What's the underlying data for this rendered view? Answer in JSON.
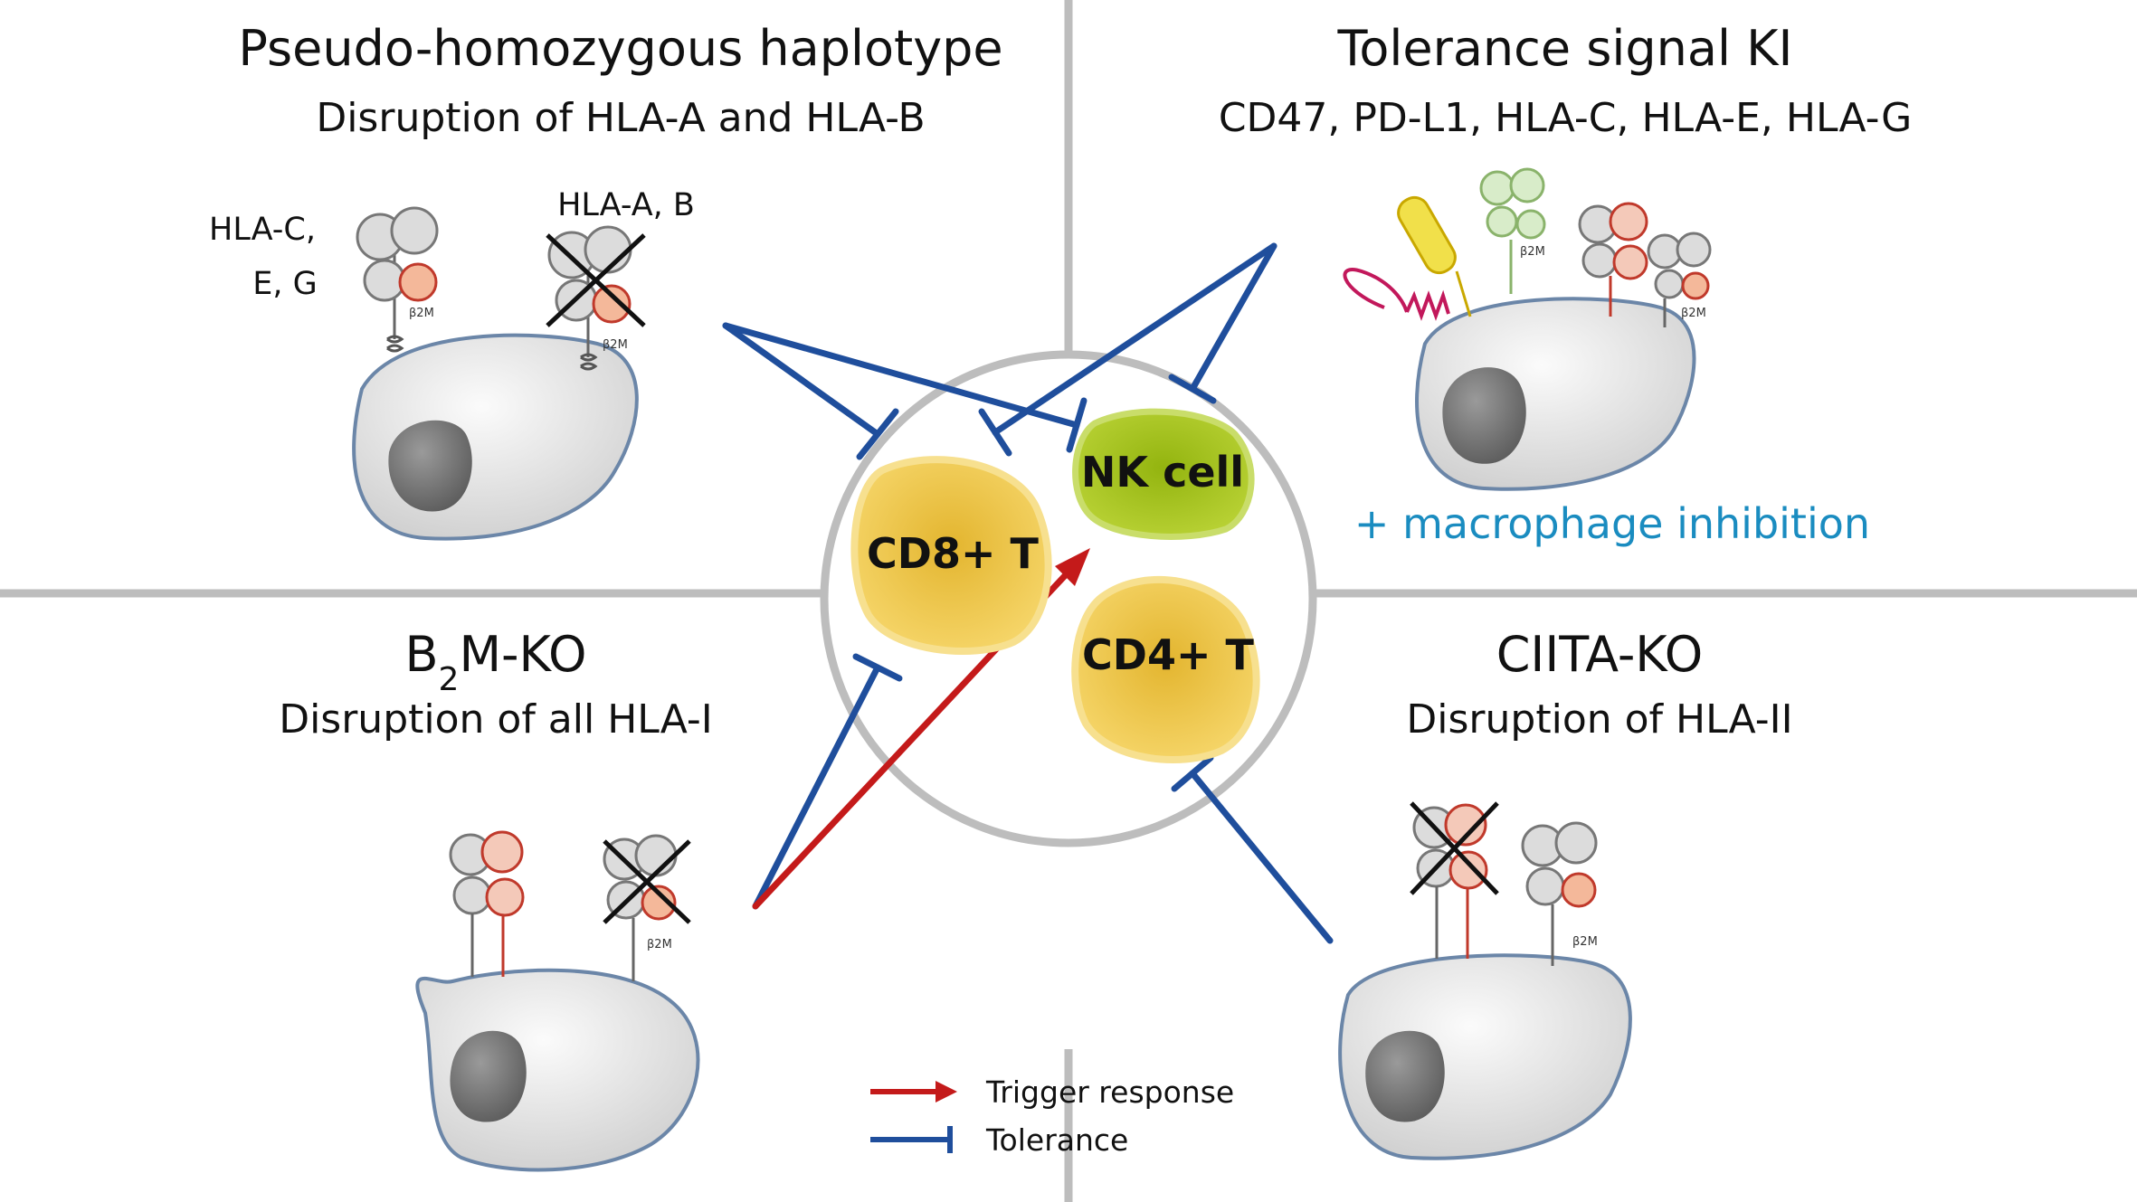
{
  "quadrants": {
    "top_left": {
      "title": "Pseudo-homozygous haplotype",
      "subtitle": "Disruption of HLA-A and HLA-B",
      "label_kept_line1": "HLA-C,",
      "label_kept_line2": "E, G",
      "label_disrupted": "HLA-A, B",
      "b2m_label": "β2M"
    },
    "top_right": {
      "title": "Tolerance signal KI",
      "subtitle": "CD47, PD-L1, HLA-C, HLA-E, HLA-G",
      "note": "+ macrophage inhibition",
      "b2m_label": "β2M"
    },
    "bottom_left": {
      "title_main": "B",
      "title_sub": "2",
      "title_rest": "M-KO",
      "subtitle": "Disruption of all HLA-I",
      "b2m_label": "β2M"
    },
    "bottom_right": {
      "title": "CIITA-KO",
      "subtitle": "Disruption of HLA-II",
      "b2m_label": "β2M"
    }
  },
  "immune_cells": {
    "nk": "NK cell",
    "cd8": "CD8+ T",
    "cd4": "CD4+ T"
  },
  "legend": {
    "trigger": "Trigger response",
    "tolerance": "Tolerance"
  },
  "colors": {
    "trigger_arrow": "#c41a1a",
    "tolerance_arrow": "#1f4e9c",
    "t_cell": "#f2c94c",
    "nk_cell": "#a5c31a",
    "note": "#1a8cc0",
    "divider": "#bdbdbd"
  }
}
